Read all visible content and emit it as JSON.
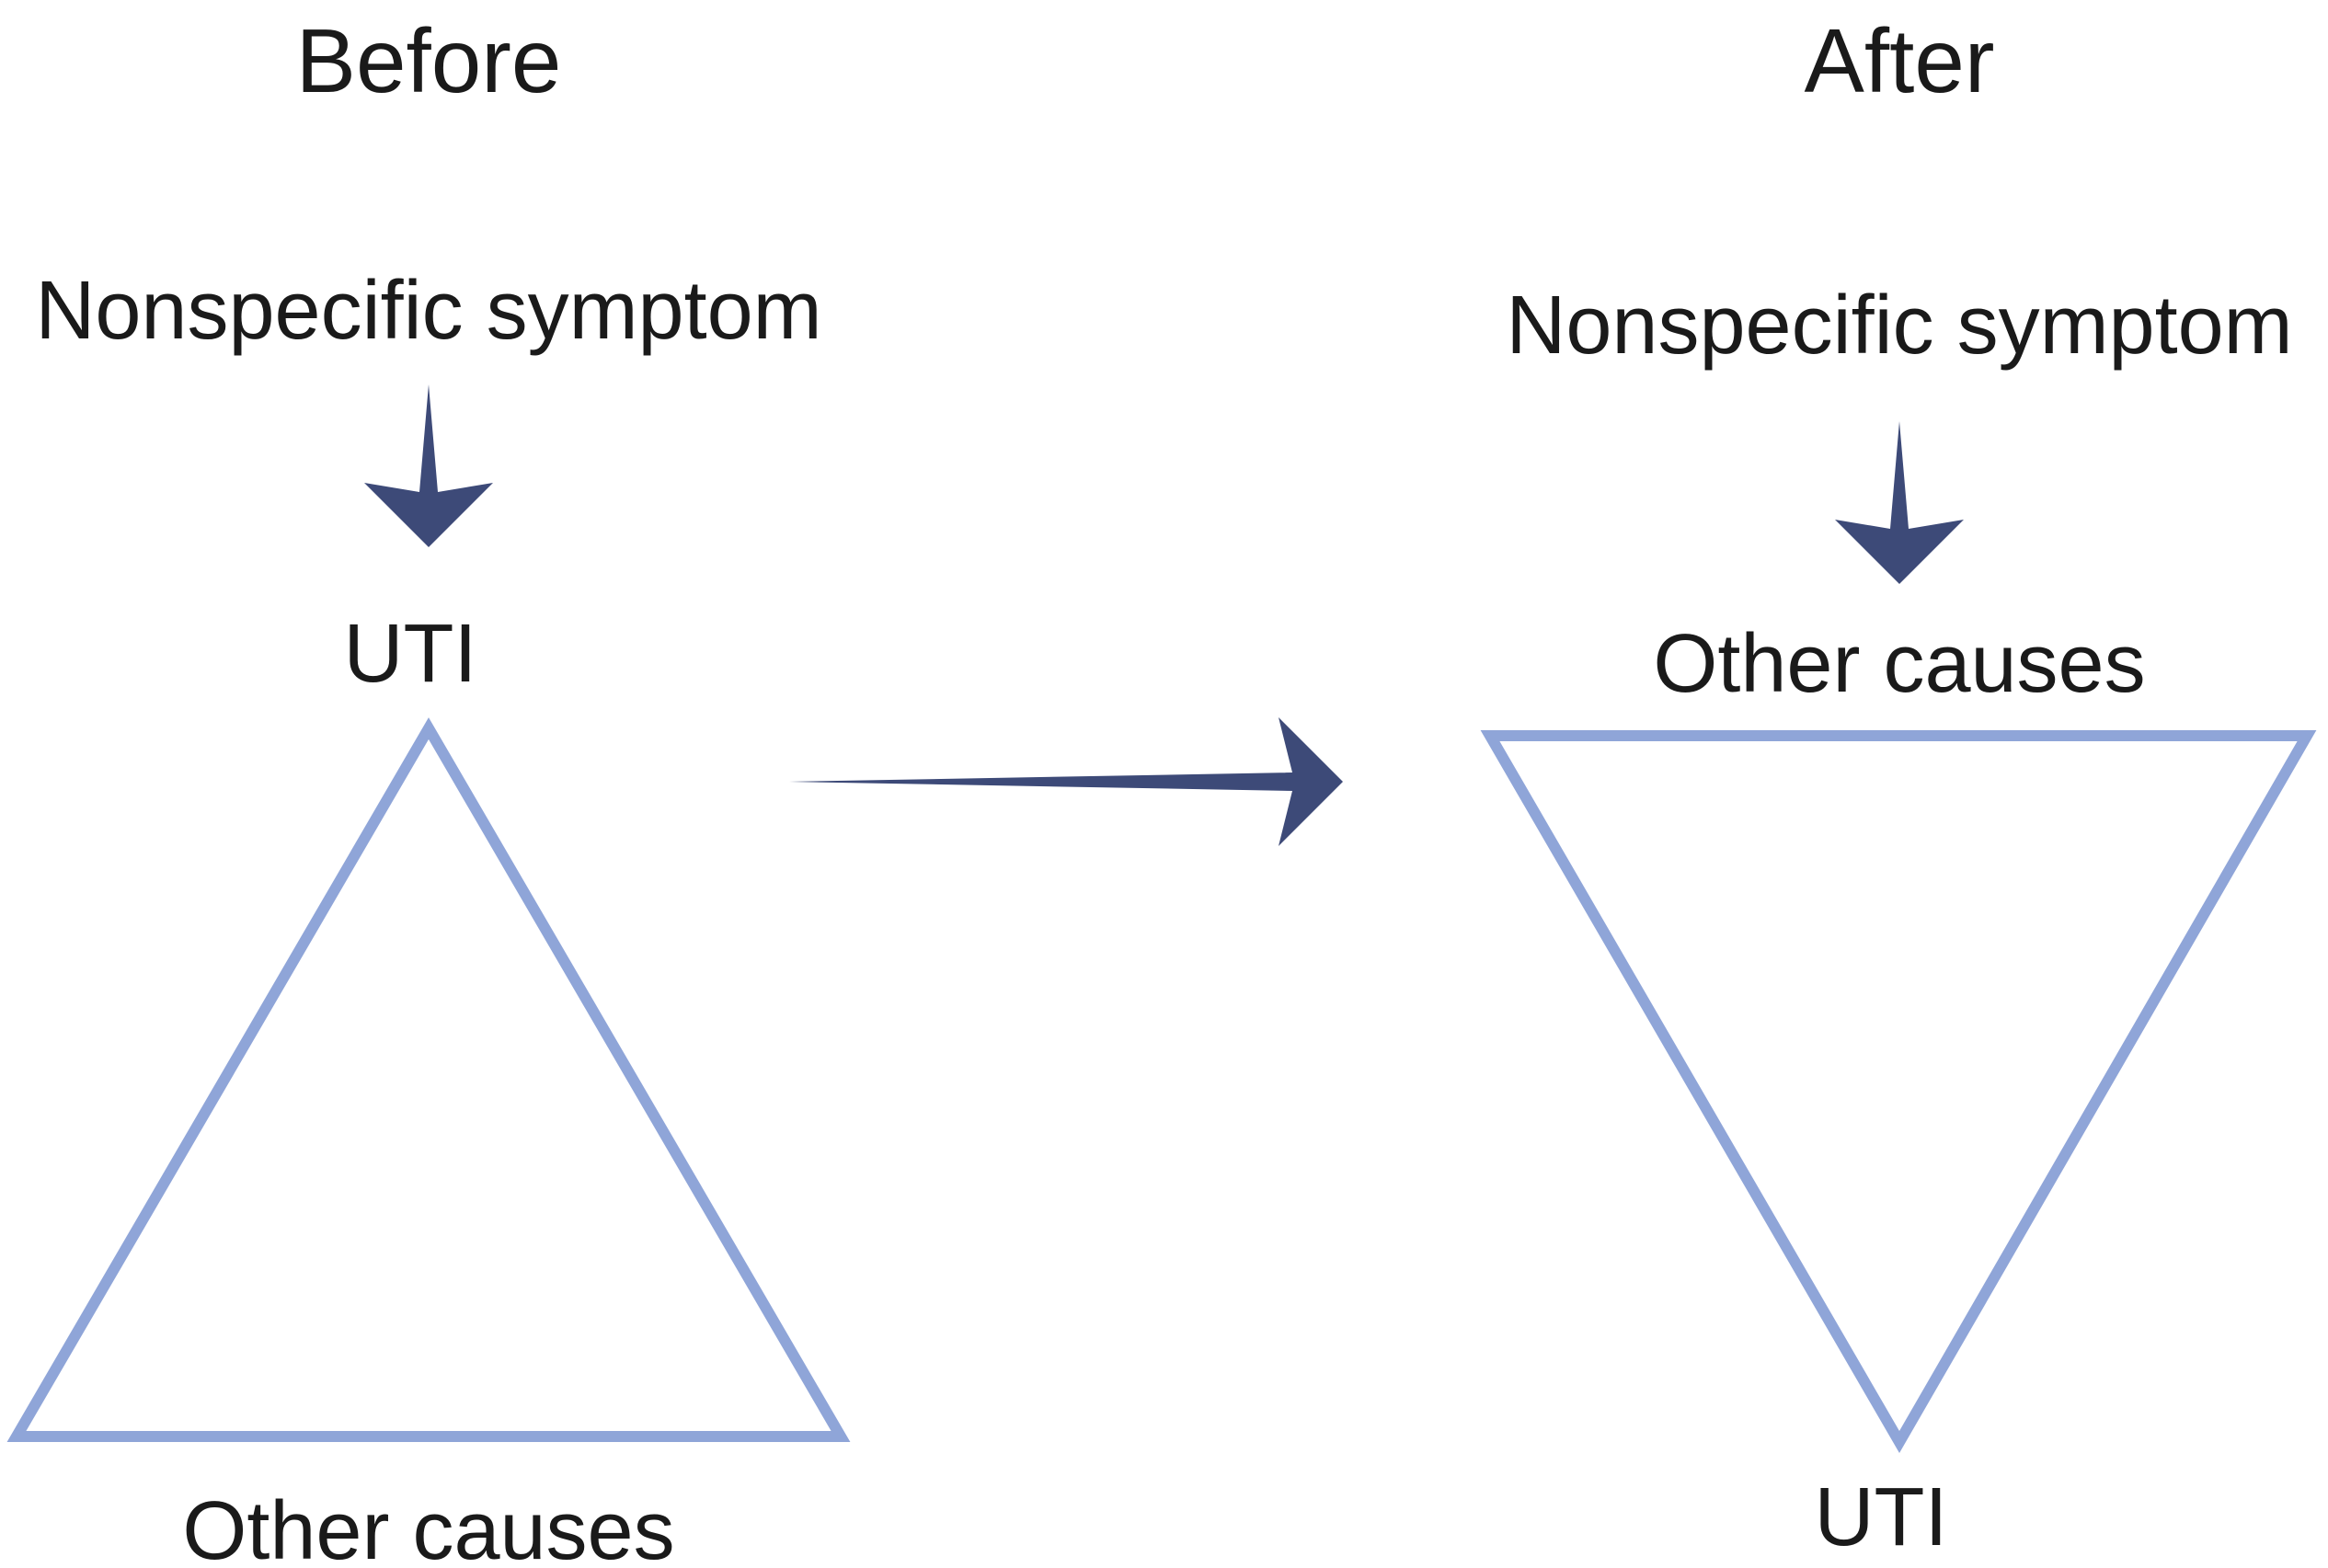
{
  "colors": {
    "triangle_stroke": "#8fa5d8",
    "arrow_fill": "#3d4a78",
    "text": "#1a1a1a",
    "background": "#ffffff"
  },
  "before": {
    "heading": "Before",
    "symptom": "Nonspecific symptom",
    "top_label": "UTI",
    "bottom_label": "Other causes"
  },
  "after": {
    "heading": "After",
    "symptom": "Nonspecific symptom",
    "top_label": "Other causes",
    "bottom_label": "UTI"
  }
}
